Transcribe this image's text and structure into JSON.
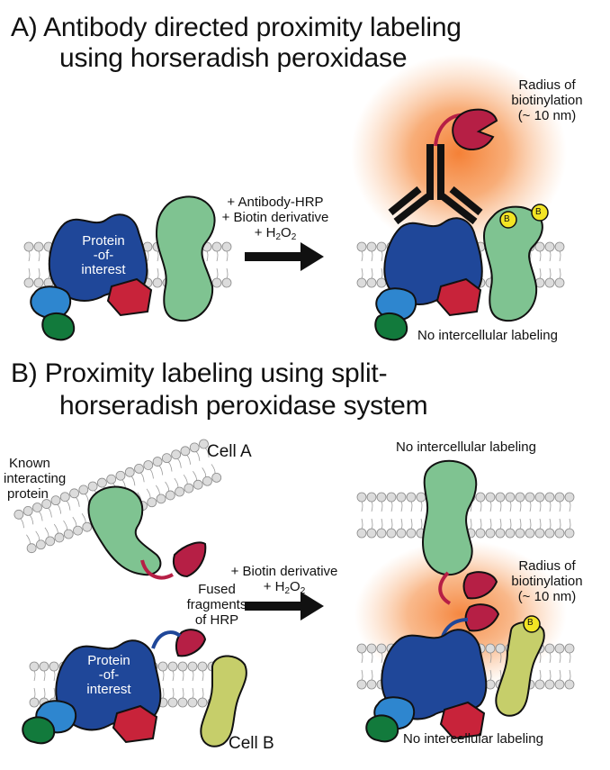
{
  "panel_a": {
    "title_line1": "A) Antibody directed proximity labeling",
    "title_line2": "using horseradish peroxidase",
    "protein_label": [
      "Protein",
      "-of-",
      "interest"
    ],
    "reagents": {
      "line1": "+ Antibody-HRP",
      "line2": "+ Biotin derivative",
      "line3_prefix": "+ H",
      "line3_sub1": "2",
      "line3_mid": "O",
      "line3_sub2": "2"
    },
    "radius_label": [
      "Radius of",
      "biotinylation",
      "(~ 10 nm)"
    ],
    "no_labeling": "No intercellular labeling",
    "biotin_marker": "B"
  },
  "panel_b": {
    "title_line1": "B) Proximity labeling using split-",
    "title_line2": "horseradish peroxidase system",
    "cell_a": "Cell A",
    "cell_b": "Cell B",
    "known_protein": [
      "Known",
      "interacting",
      "protein"
    ],
    "fused_fragments": [
      "Fused",
      "fragments",
      "of HRP"
    ],
    "protein_label": [
      "Protein",
      "-of-",
      "interest"
    ],
    "reagents": {
      "line1": "+ Biotin derivative",
      "line2_prefix": "+ H",
      "line2_sub1": "2",
      "line2_mid": "O",
      "line2_sub2": "2"
    },
    "no_labeling_top": "No intercellular labeling",
    "no_labeling_bottom": "No intercellular labeling",
    "radius_label": [
      "Radius of",
      "biotinylation",
      "(~ 10 nm)"
    ],
    "biotin_marker": "B"
  },
  "colors": {
    "protein_of_interest": "#1f4799",
    "light_blue_protein": "#2e86cf",
    "red_protein": "#c8233a",
    "dark_green_protein": "#127a3c",
    "green_protein": "#7fc391",
    "olive_protein": "#c6ce6a",
    "hrp": "#b61f45",
    "biotin": "#f2e424",
    "glow": "#f47a2c",
    "membrane": "#bdbdbd"
  }
}
